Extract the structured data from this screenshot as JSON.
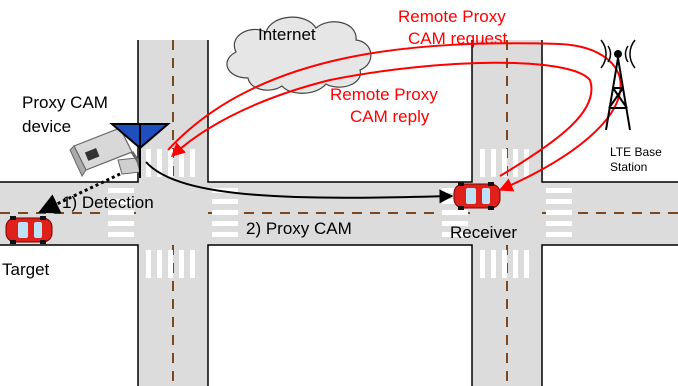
{
  "labels": {
    "internet": "Internet",
    "remote_request": [
      "Remote Proxy",
      "CAM request"
    ],
    "remote_reply": [
      "Remote Proxy",
      "CAM reply"
    ],
    "proxy_device": [
      "Proxy CAM",
      "device"
    ],
    "lte": [
      "LTE Base",
      "Station"
    ],
    "detection": "1) Detection",
    "proxy_cam": "2) Proxy CAM",
    "receiver": "Receiver",
    "target": "Target"
  },
  "colors": {
    "road": "#dcdcdc",
    "road_edge": "#000000",
    "lane": "#7a4a1e",
    "remote": "#ff0000",
    "car": "#e0201a",
    "antenna": "#1f4fbf"
  },
  "icons": [
    "cloud-icon",
    "camera-icon",
    "antenna-icon",
    "lte-tower-icon",
    "car-icon"
  ]
}
